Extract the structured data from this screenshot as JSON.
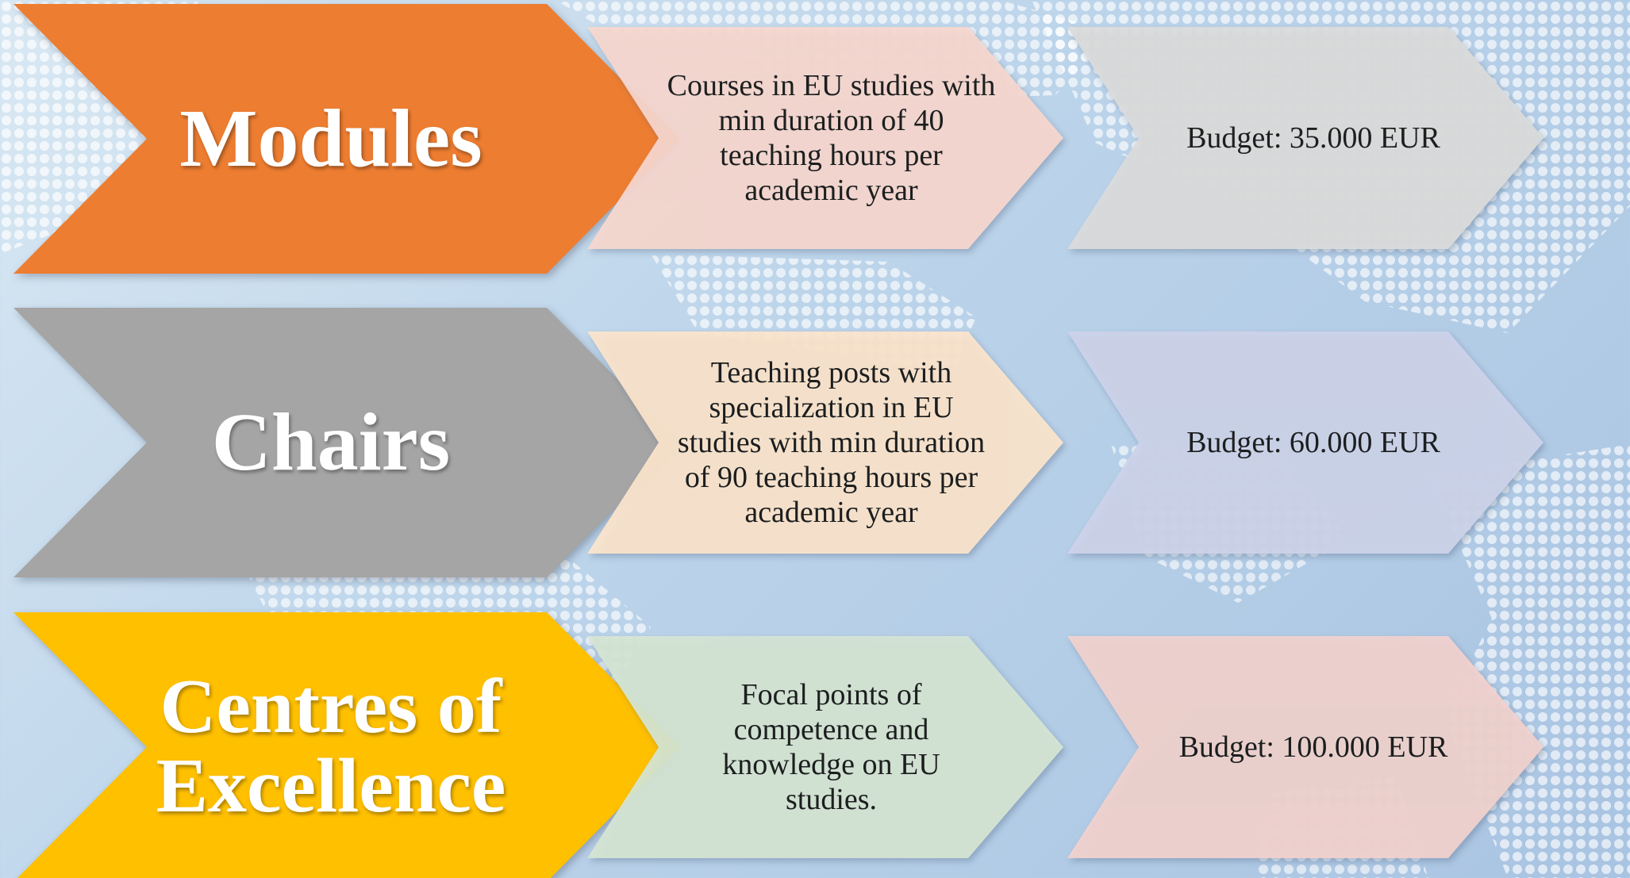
{
  "rows": [
    {
      "title": "Modules",
      "description": "Courses in EU studies with min duration of 40 teaching hours per academic year",
      "budget": "Budget: 35.000 EUR"
    },
    {
      "title": "Chairs",
      "description": "Teaching posts with specialization in EU studies with min duration of 90 teaching hours per academic year",
      "budget": "Budget: 60.000 EUR"
    },
    {
      "title": "Centres of Excellence",
      "description": "Focal points of competence and knowledge on EU studies.",
      "budget": "Budget: 100.000 EUR"
    }
  ],
  "colors": {
    "modules": "#ed7d31",
    "chairs": "#a5a5a5",
    "centres": "#ffc000",
    "desc_modules": "#f8d8cf",
    "desc_chairs": "#fce5cc",
    "desc_centres": "#d5e5d3",
    "budget_modules": "#dcdcdc",
    "budget_chairs": "#cdd3ea",
    "budget_centres": "#f2d2cd"
  }
}
